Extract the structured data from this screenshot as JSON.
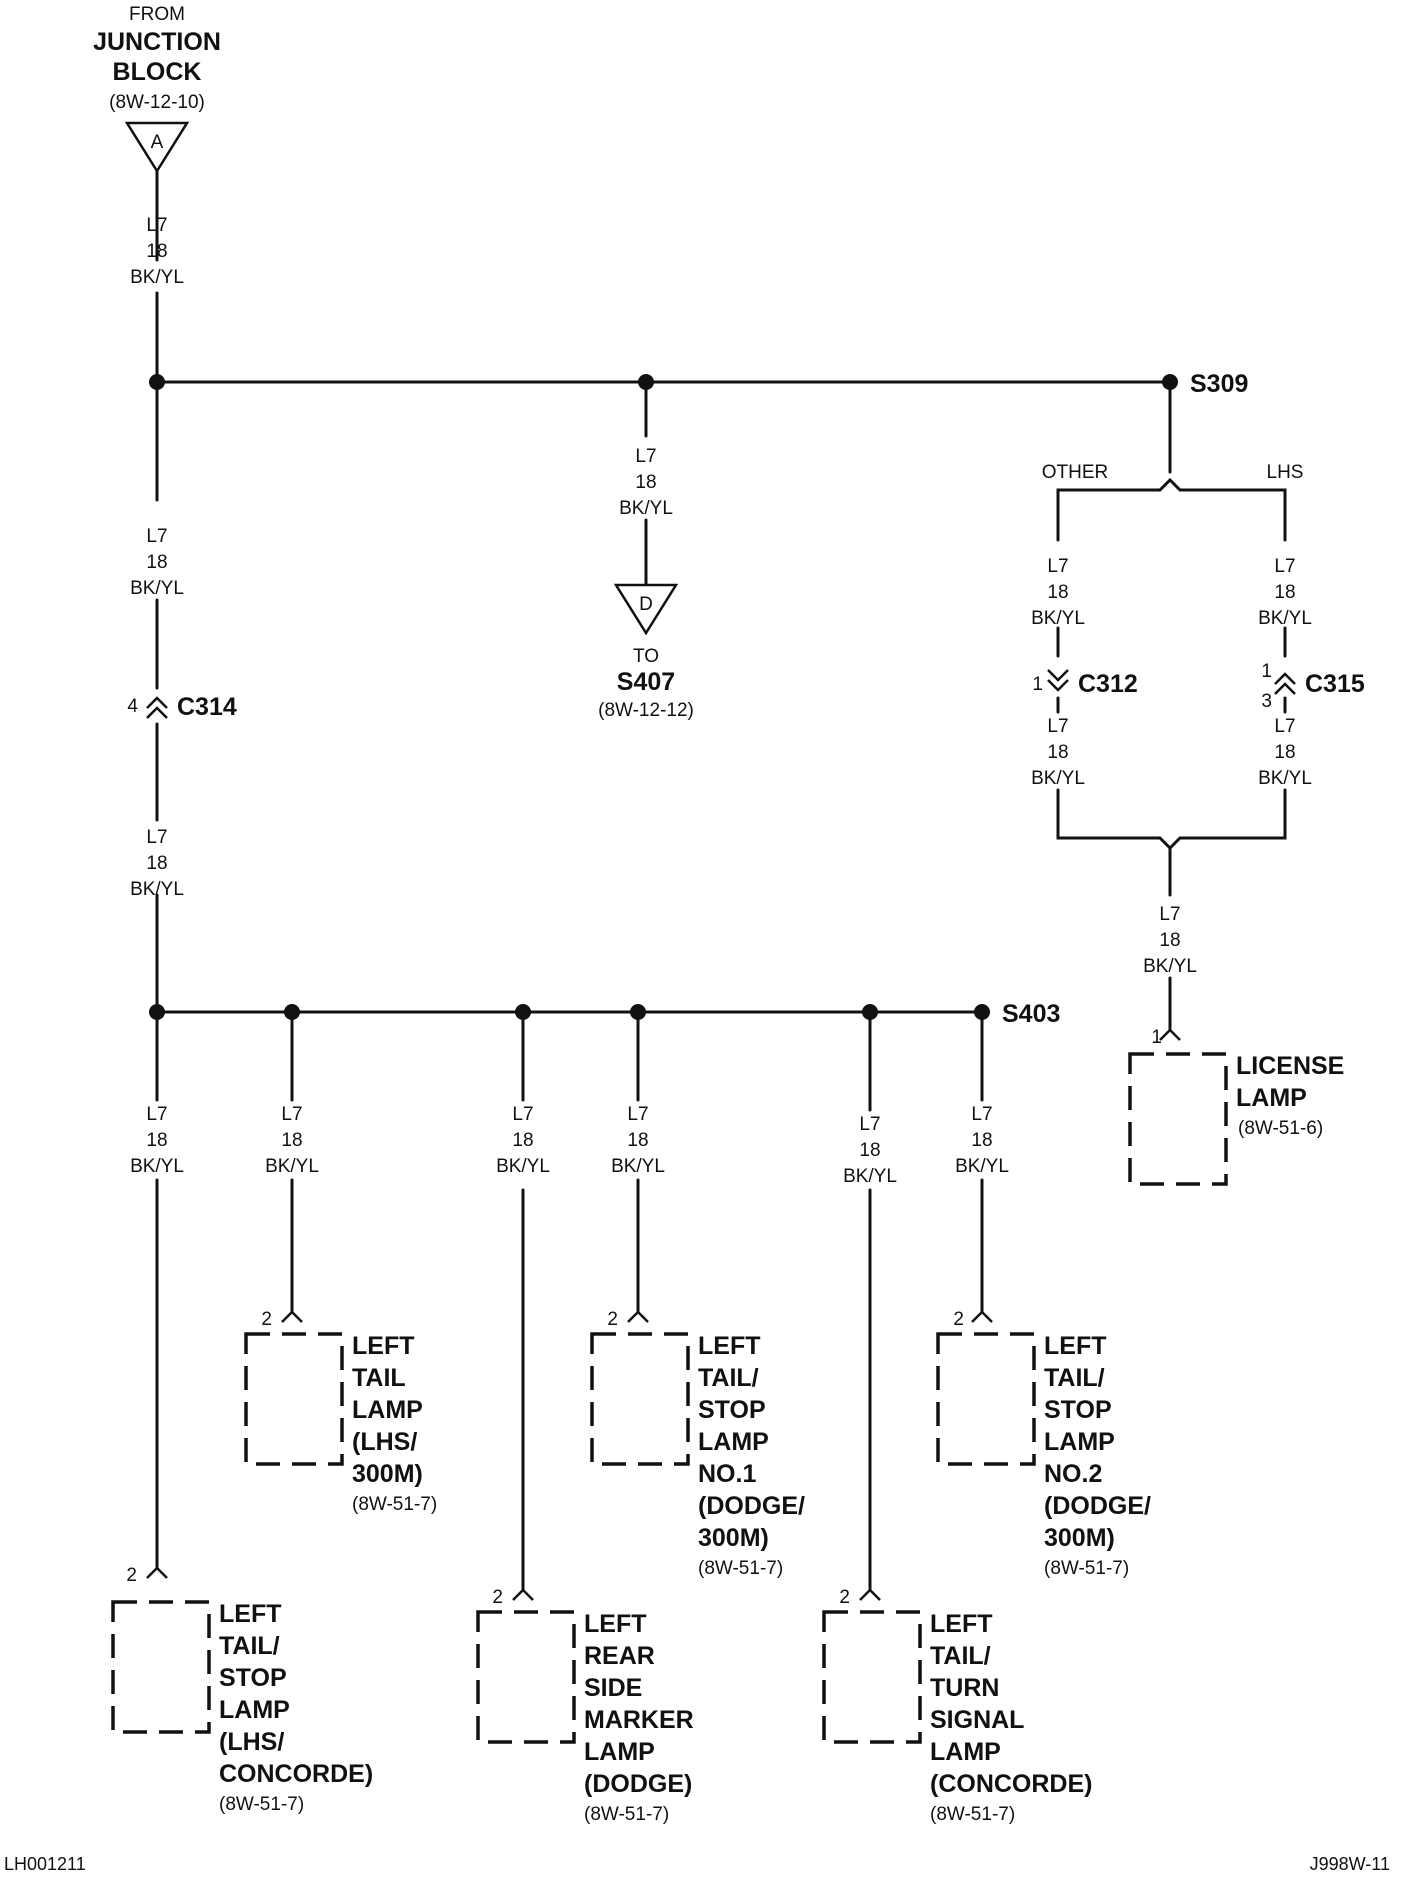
{
  "source": {
    "from": "FROM",
    "name1": "JUNCTION",
    "name2": "BLOCK",
    "ref": "(8W-12-10)",
    "connector": "A"
  },
  "wire": {
    "circuit": "L7",
    "gauge": "18",
    "color": "BK/YL"
  },
  "destination": {
    "to": "TO",
    "name": "S407",
    "ref": "(8W-12-12)",
    "connector": "D"
  },
  "splices": {
    "s309": "S309",
    "s403": "S403"
  },
  "branches": {
    "other": "OTHER",
    "lhs": "LHS"
  },
  "connectors": {
    "c314": {
      "name": "C314",
      "pin": "4"
    },
    "c312": {
      "name": "C312",
      "pin": "1"
    },
    "c315": {
      "name": "C315",
      "pin_top": "1",
      "pin_bottom": "3"
    }
  },
  "components": {
    "license_lamp": {
      "pin": "1",
      "lines": [
        "LICENSE",
        "LAMP"
      ],
      "ref": "(8W-51-6)"
    },
    "tail_lhs_300m": {
      "pin": "2",
      "lines": [
        "LEFT",
        "TAIL",
        "LAMP",
        "(LHS/",
        "300M)"
      ],
      "ref": "(8W-51-7)"
    },
    "tail_stop_no1": {
      "pin": "2",
      "lines": [
        "LEFT",
        "TAIL/",
        "STOP",
        "LAMP",
        "NO.1",
        "(DODGE/",
        "300M)"
      ],
      "ref": "(8W-51-7)"
    },
    "tail_stop_no2": {
      "pin": "2",
      "lines": [
        "LEFT",
        "TAIL/",
        "STOP",
        "LAMP",
        "NO.2",
        "(DODGE/",
        "300M)"
      ],
      "ref": "(8W-51-7)"
    },
    "tail_stop_lhs_concorde": {
      "pin": "2",
      "lines": [
        "LEFT",
        "TAIL/",
        "STOP",
        "LAMP",
        "(LHS/",
        "CONCORDE)"
      ],
      "ref": "(8W-51-7)"
    },
    "rear_side_marker": {
      "pin": "2",
      "lines": [
        "LEFT",
        "REAR",
        "SIDE",
        "MARKER",
        "LAMP",
        "(DODGE)"
      ],
      "ref": "(8W-51-7)"
    },
    "tail_turn_signal": {
      "pin": "2",
      "lines": [
        "LEFT",
        "TAIL/",
        "TURN",
        "SIGNAL",
        "LAMP",
        "(CONCORDE)"
      ],
      "ref": "(8W-51-7)"
    }
  },
  "footer": {
    "left": "LH001211",
    "right": "J998W-11"
  }
}
